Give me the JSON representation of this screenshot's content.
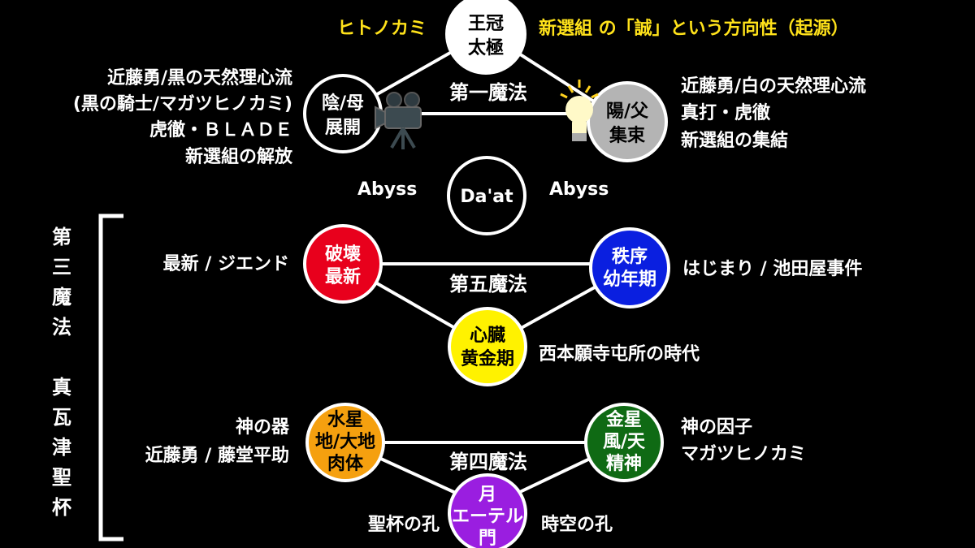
{
  "colors": {
    "crown": "#ffffff",
    "yin": "#000000",
    "yang": "#b4b4b4",
    "daat": "#000000",
    "destruction": "#e8001c",
    "order": "#0a1fe0",
    "heart": "#fff200",
    "mercury": "#f5a00f",
    "venus": "#0f6a14",
    "moon": "#9a1ee0"
  },
  "top": {
    "left_caption": "ヒトノカミ",
    "right_caption": "新選組 の「誠」という方向性（起源）",
    "crown": [
      "王冠",
      "太極"
    ],
    "yin": [
      "陰/母",
      "展開"
    ],
    "yang": [
      "陽/父",
      "集束"
    ],
    "magic": "第一魔法",
    "left_notes": [
      "近藤勇/黒の天然理心流",
      "(黒の騎士/マガツヒノカミ)",
      "虎徹・ＢＬＡＤＥ",
      "新選組の解放"
    ],
    "right_notes": [
      "近藤勇/白の天然理心流",
      "真打・虎徹",
      "新選組の集結"
    ]
  },
  "abyss": {
    "left": "Abyss",
    "right": "Abyss",
    "daat": "Da'at"
  },
  "middle": {
    "destruction": [
      "破壊",
      "最新"
    ],
    "order": [
      "秩序",
      "幼年期"
    ],
    "heart": [
      "心臓",
      "黄金期"
    ],
    "magic": "第五魔法",
    "left_note": "最新 / ジエンド",
    "right_note": "はじまり / 池田屋事件",
    "heart_note": "西本願寺屯所の時代"
  },
  "bottom": {
    "mercury": [
      "水星",
      "地/大地",
      "肉体"
    ],
    "venus": [
      "金星",
      "風/天",
      "精神"
    ],
    "moon": [
      "月",
      "エーテル",
      "門"
    ],
    "magic": "第四魔法",
    "left_notes": [
      "神の器",
      "近藤勇 / 藤堂平助"
    ],
    "right_notes": [
      "神の因子",
      "マガツヒノカミ"
    ],
    "moon_left": "聖杯の孔",
    "moon_right": "時空の孔"
  },
  "bracket_label": [
    "第",
    "三",
    "魔",
    "法",
    "",
    "真",
    "瓦",
    "津",
    "聖",
    "杯"
  ]
}
